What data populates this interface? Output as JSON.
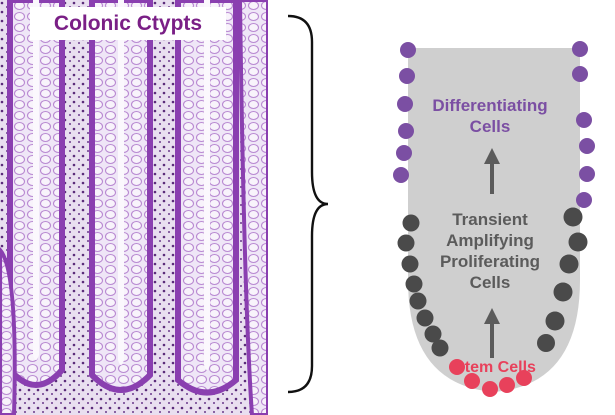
{
  "title": "Colonic Ctypts",
  "labels": {
    "differentiating_line1": "Differentiating",
    "differentiating_line2": "Cells",
    "ta_line1": "Transient",
    "ta_line2": "Amplifying",
    "ta_line3": "Proliferating",
    "ta_line4": "Cells",
    "stem": "Stem Cells"
  },
  "colors": {
    "title_text": "#7a1f86",
    "differentiating_cells": "#7b4fa3",
    "proliferating_cells": "#4a4a4a",
    "stem_cells": "#e8415b",
    "crypt_fill": "#cfcfcf",
    "arrow": "#5b5b5b",
    "tissue": "#b07fd0"
  }
}
